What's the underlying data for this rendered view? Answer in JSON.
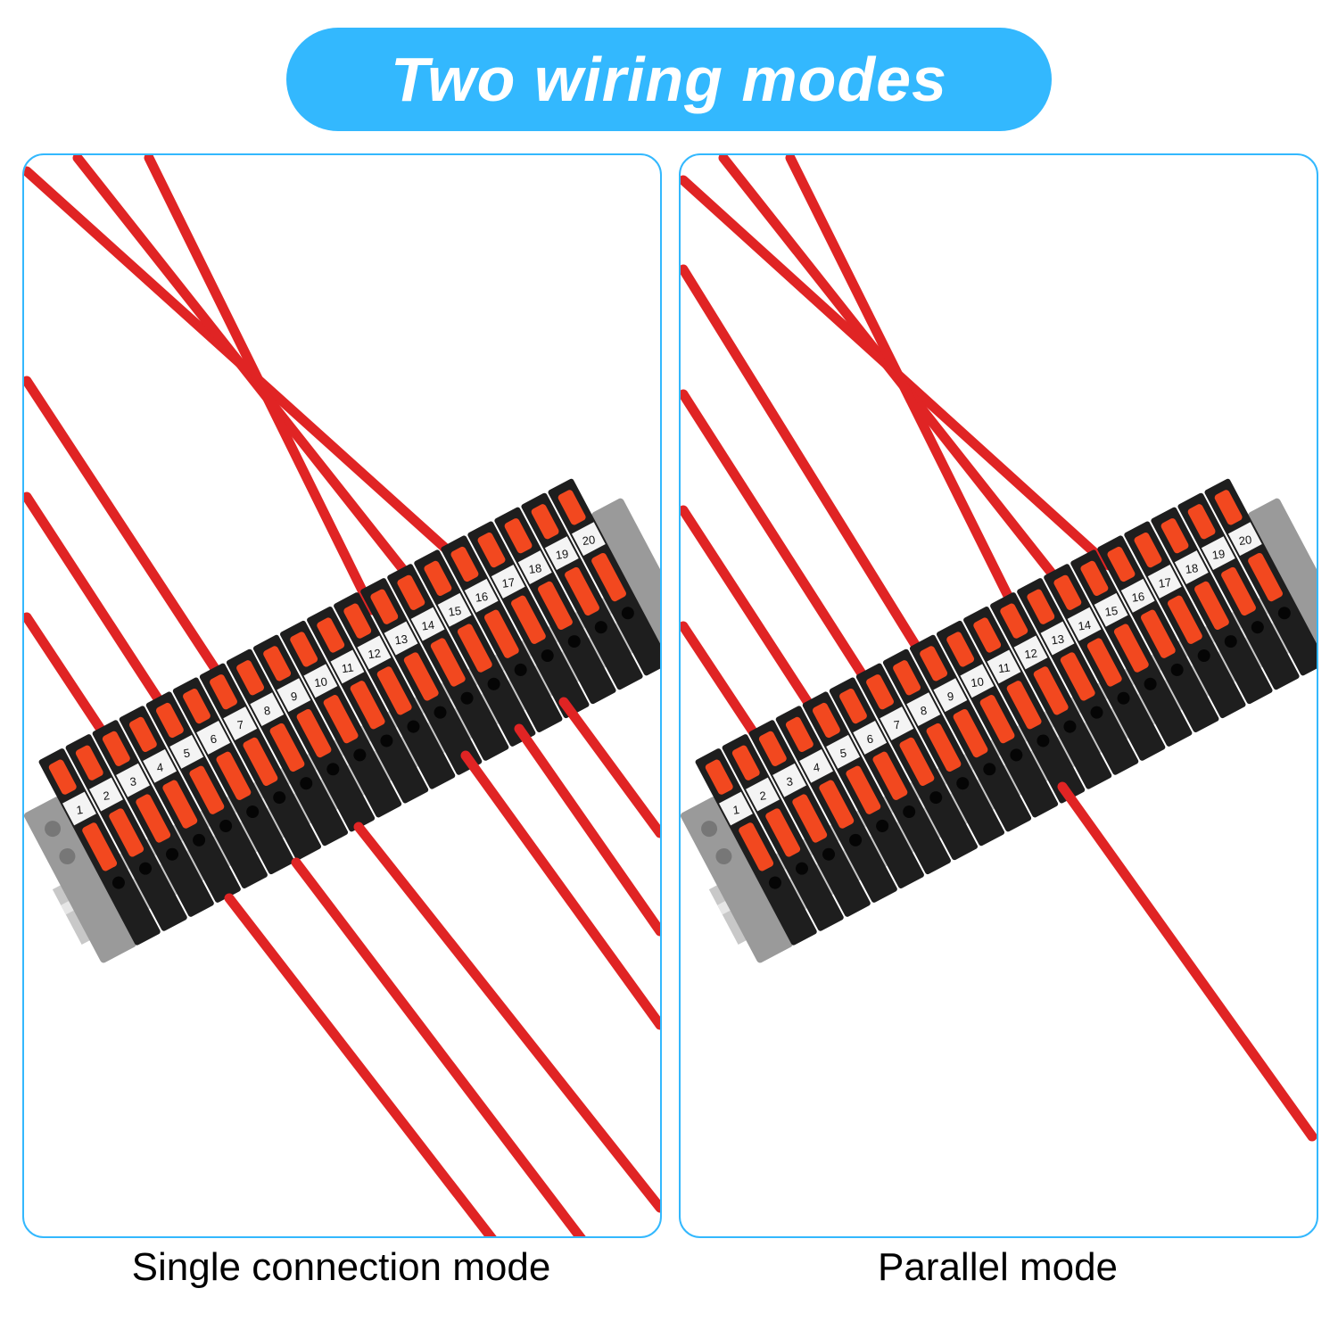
{
  "title": "Two wiring modes",
  "panels": [
    {
      "caption": "Single connection mode"
    },
    {
      "caption": "Parallel mode"
    }
  ],
  "terminal_labels": [
    "1",
    "2",
    "3",
    "4",
    "5",
    "6",
    "7",
    "8",
    "9",
    "10",
    "11",
    "12",
    "13",
    "14",
    "15",
    "16",
    "17",
    "18",
    "19",
    "20"
  ],
  "colors": {
    "accent": "#33b8fe",
    "wire": "#e02424",
    "lever": "#f2481f",
    "housing": "#1e1e1e"
  }
}
